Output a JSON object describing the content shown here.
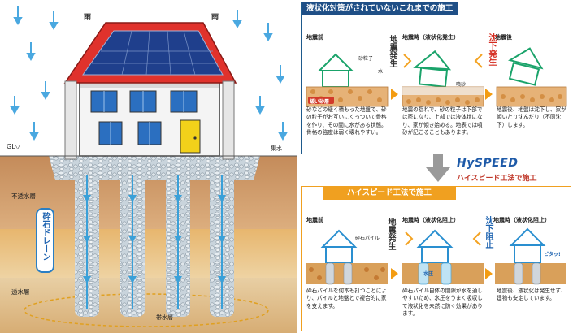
{
  "left": {
    "rain_left": "雨",
    "rain_right": "雨",
    "gl_label": "GL▽",
    "drain_pit_label": "集水",
    "impermeable_label": "不透水層",
    "drain_label": "砕石ドレーン",
    "permeable_label": "透水層",
    "water_label": "帯水層"
  },
  "top_panel": {
    "title": "液状化対策がされていないこれまでの施工",
    "stages": [
      {
        "label": "地震前",
        "caption": "砂などの緩く積もった地盤で、砂の粒子がお互いにくっついて骨格を作り、その間に水がある状態。骨格の強度は弱く壊れやすい。"
      },
      {
        "label": "地震時（液状化発生）",
        "caption": "地震の揺れで、砂の粒子は下部では密になり、上部では液体状になり、家が傾き始める。地表では噴砂が記こることもあります。"
      },
      {
        "label": "地震後",
        "caption": "地震後、地盤は沈下し、家が傾いたり沈んだり（不同沈下）します。"
      }
    ],
    "quake_text": "地震発生",
    "sink_text": "沈下発生",
    "sand_particle": "砂粒子",
    "water": "水",
    "loose_sand": "緩い砂層",
    "sand_boil": "噴砂"
  },
  "brand": {
    "logo": "HySPEED",
    "subtitle": "ハイスピード工法で施工"
  },
  "bottom_panel": {
    "title": "ハイスピード工法で施工",
    "stages": [
      {
        "label": "地震前",
        "caption": "砕石パイルを何本も打つことにより、パイルと地盤とで複合的に家を支えます。"
      },
      {
        "label": "地震時（液状化阻止）",
        "caption": "砕石パイル自体の間隙が水を通しやすいため、水圧をうまく吸収して液状化を未然に防ぐ効果があります。"
      },
      {
        "label": "地震時（液状化阻止）",
        "caption": "地震後、液状化は発生せず、建物も安定しています。"
      }
    ],
    "quake_text": "地震発生",
    "stop_text": "沈下阻止",
    "pile_tag": "砕石パイル",
    "water_tag": "水圧",
    "pitatto": "ピタッ!"
  }
}
